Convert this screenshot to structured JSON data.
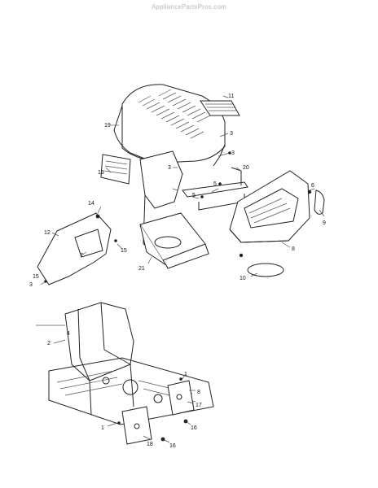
{
  "watermark": "AppliancePartsPros.com",
  "callouts": [
    {
      "id": "c11",
      "label": "11"
    },
    {
      "id": "c19",
      "label": "19"
    },
    {
      "id": "c3a",
      "label": "3"
    },
    {
      "id": "c3b",
      "label": "3"
    },
    {
      "id": "c3c",
      "label": "3"
    },
    {
      "id": "c13",
      "label": "13"
    },
    {
      "id": "c20",
      "label": "20"
    },
    {
      "id": "c5a",
      "label": "5"
    },
    {
      "id": "c5b",
      "label": "5"
    },
    {
      "id": "c6",
      "label": "6"
    },
    {
      "id": "c9",
      "label": "9"
    },
    {
      "id": "c8a",
      "label": "8"
    },
    {
      "id": "c14",
      "label": "14"
    },
    {
      "id": "c12",
      "label": "12"
    },
    {
      "id": "c7",
      "label": "7"
    },
    {
      "id": "c15a",
      "label": "15"
    },
    {
      "id": "c15b",
      "label": "15"
    },
    {
      "id": "c3d",
      "label": "3"
    },
    {
      "id": "c21",
      "label": "21"
    },
    {
      "id": "c10",
      "label": "10"
    },
    {
      "id": "c2",
      "label": "2"
    },
    {
      "id": "c4",
      "label": "4"
    },
    {
      "id": "c1a",
      "label": "1"
    },
    {
      "id": "c8b",
      "label": "8"
    },
    {
      "id": "c17",
      "label": "17"
    },
    {
      "id": "c1b",
      "label": "1"
    },
    {
      "id": "c16a",
      "label": "16"
    },
    {
      "id": "c18",
      "label": "18"
    },
    {
      "id": "c16b",
      "label": "16"
    }
  ]
}
